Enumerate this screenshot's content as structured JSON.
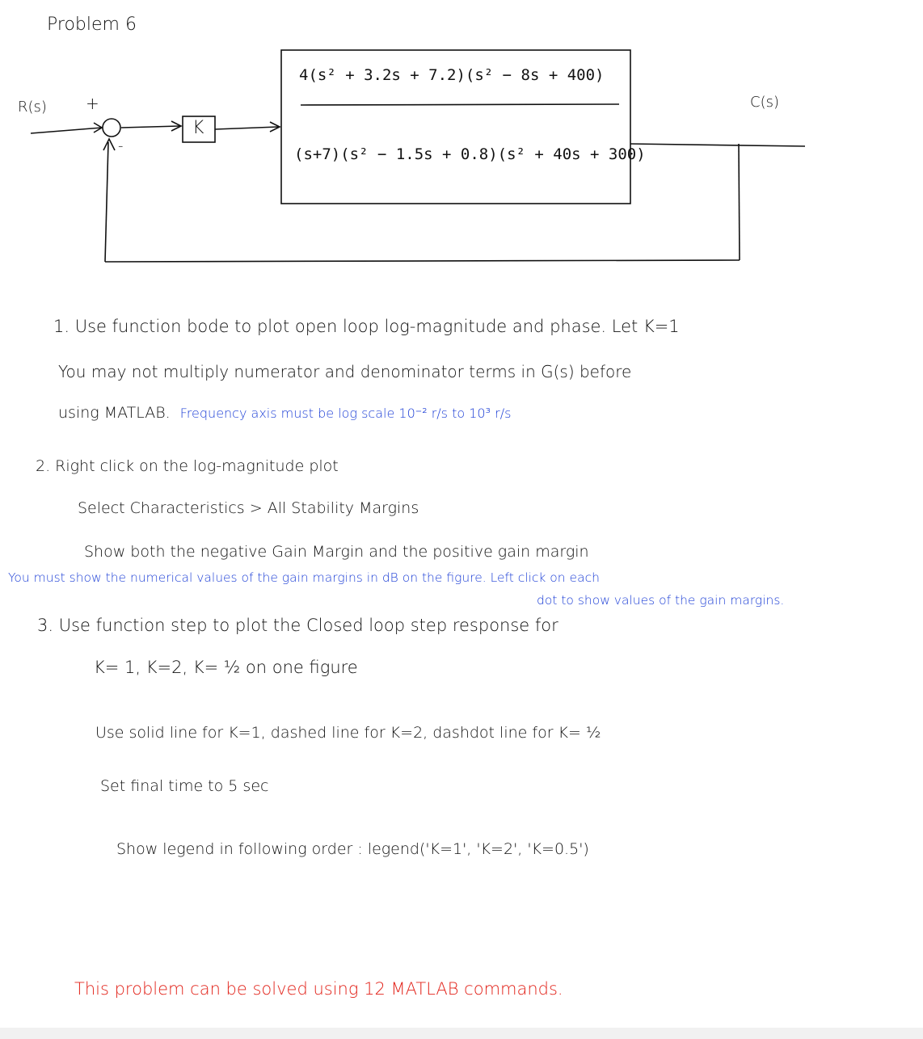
{
  "title": "Problem 6",
  "diagram": {
    "input_label": "R(s)",
    "plus_sign": "+",
    "minus_sign": "-",
    "gain_label": "K",
    "numerator": "4(s² + 3.2s + 7.2)(s² − 8s + 400)",
    "denominator": "(s+7)(s² − 1.5s + 0.8)(s² + 40s + 300)",
    "output_label": "C(s)"
  },
  "item1": {
    "line1": "1. Use function bode to plot open loop log-magnitude and phase. Let K=1",
    "line2": "You may not multiply numerator and denominator terms in G(s) before",
    "line3_start": "using MATLAB.",
    "line3_blue": "Frequency axis must be log scale 10⁻² r/s to 10³ r/s"
  },
  "item2": {
    "line1": "2. Right click on the log-magnitude plot",
    "line2": "Select Characteristics > All Stability Margins",
    "line3": "Show both the negative Gain Margin and the positive gain margin",
    "blue_line1": "You must show the numerical values of the gain margins in dB on the figure. Left click on each",
    "blue_line2": "dot to show values of the gain margins."
  },
  "item3": {
    "line1": "3. Use function step to plot the Closed loop step response for",
    "line2": "K= 1, K=2, K= ½   on   one figure",
    "line3": "Use solid line for K=1, dashed line for K=2, dashdot line for K= ½",
    "line4": "Set final time to 5 sec",
    "line5": "Show legend in following order : legend('K=1', 'K=2', 'K=0.5')"
  },
  "footer": {
    "note": "This problem can be solved using 12 MATLAB commands."
  }
}
